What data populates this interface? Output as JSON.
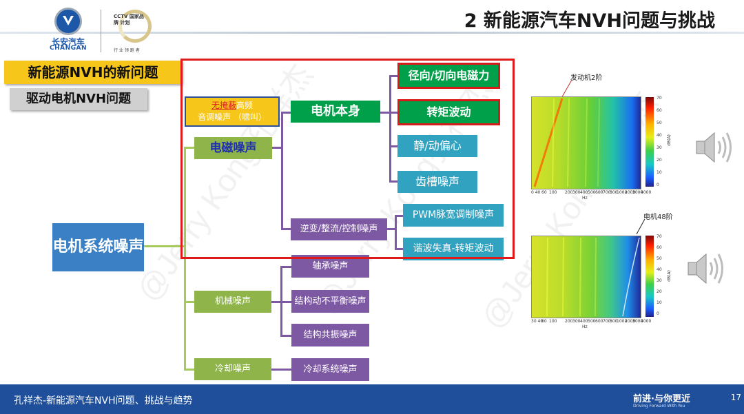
{
  "header": {
    "title": "2 新能源汽车NVH问题与挑战",
    "logo_cn": "长安汽车",
    "logo_en": "CHANGAN",
    "cctv_text": "CCTV 国家品牌 计划",
    "cctv_sub": "行 业 领 跑 者"
  },
  "tags": {
    "primary": "新能源NVH的新问题",
    "secondary": "驱动电机NVH问题"
  },
  "tree": {
    "root": "电机系统噪声",
    "tonal_prefix": "无掩蔽",
    "tonal_hf": "高频",
    "tonal_rest": "音调噪声 （啸叫）",
    "em_noise": "电磁噪声",
    "motor_body": "电机本身",
    "radial": "径向/切向电磁力",
    "torque": "转矩波动",
    "ecc": "静/动偏心",
    "cogging": "齿槽噪声",
    "inverter": "逆变/整流/控制噪声",
    "pwm": "PWM脉宽调制噪声",
    "harmonic": "谐波失真-转矩波动",
    "mech": "机械噪声",
    "bearing": "轴承噪声",
    "unbalance": "结构动不平衡噪声",
    "resonance": "结构共振噪声",
    "cool": "冷却噪声",
    "cool_sys": "冷却系统噪声"
  },
  "spectrograms": [
    {
      "label": "发动机2阶",
      "ticks": [
        "0 40",
        "60",
        "100",
        "200",
        "300",
        "400",
        "500",
        "600",
        "700",
        "800",
        "1000",
        "2000",
        "3000",
        "4000"
      ],
      "axis": "Hz",
      "cbar_ticks": [
        "70",
        "60",
        "50",
        "40",
        "30",
        "20",
        "10",
        "0"
      ],
      "cbar_label": "dB(A)"
    },
    {
      "label": "电机48阶",
      "ticks": [
        "30 40",
        "60",
        "100",
        "200",
        "300",
        "400",
        "500",
        "600",
        "700",
        "800",
        "1000",
        "2000",
        "3000",
        "4000"
      ],
      "axis": "Hz",
      "cbar_ticks": [
        "70",
        "60",
        "50",
        "40",
        "30",
        "20",
        "10",
        "0"
      ],
      "cbar_label": "dB(A)"
    }
  ],
  "watermark": "@Jerry Kong孔祥杰",
  "footer": {
    "text": "孔祥杰-新能源汽车NVH问题、挑战与趋势",
    "slogan": "前进·与你更近",
    "slogan_en": "Driving Forward With You",
    "page": "17"
  },
  "colors": {
    "footer": "#1f4f9a",
    "highlight_red": "#e01a1a",
    "tag_yellow": "#f7c61a",
    "green": "#00a04a",
    "teal": "#31a2c0"
  }
}
